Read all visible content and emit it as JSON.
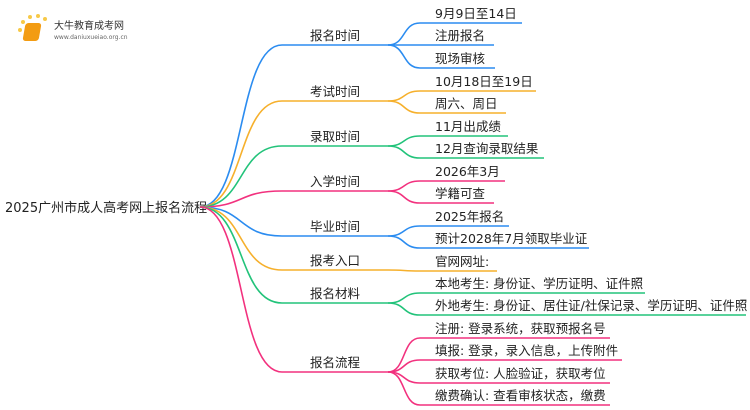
{
  "logo": {
    "title": "大牛教育成考网",
    "url": "www.daniuxueiao.org.cn"
  },
  "root": "2025广州市成人高考网上报名流程",
  "colors": {
    "blue": "#2b8cf0",
    "orange": "#f6b02c",
    "green": "#22c37a",
    "pink": "#f2317e"
  },
  "branches": [
    {
      "label": "报名时间",
      "color": "blue",
      "children": [
        "9月9日至14日",
        "注册报名",
        "现场审核"
      ]
    },
    {
      "label": "考试时间",
      "color": "orange",
      "children": [
        "10月18日至19日",
        "周六、周日"
      ]
    },
    {
      "label": "录取时间",
      "color": "green",
      "children": [
        "11月出成绩",
        "12月查询录取结果"
      ]
    },
    {
      "label": "入学时间",
      "color": "pink",
      "children": [
        "2026年3月",
        "学籍可查"
      ]
    },
    {
      "label": "毕业时间",
      "color": "blue",
      "children": [
        "2025年报名",
        "预计2028年7月领取毕业证"
      ]
    },
    {
      "label": "报考入口",
      "color": "orange",
      "children": [
        "官网网址:"
      ]
    },
    {
      "label": "报名材料",
      "color": "green",
      "children": [
        "本地考生: 身份证、学历证明、证件照",
        "外地考生: 身份证、居住证/社保记录、学历证明、证件照"
      ]
    },
    {
      "label": "报名流程",
      "color": "pink",
      "children": [
        "注册: 登录系统，获取预报名号",
        "填报: 登录，录入信息，上传附件",
        "获取考位: 人脸验证，获取考位",
        "缴费确认: 查看审核状态，缴费"
      ]
    }
  ]
}
